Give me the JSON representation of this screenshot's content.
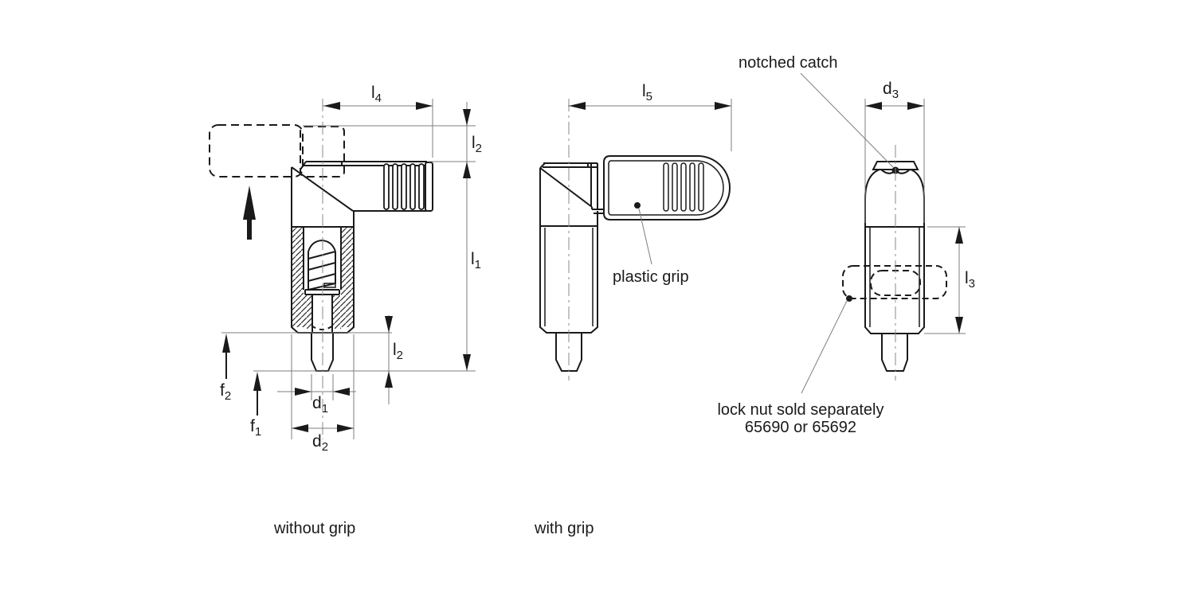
{
  "dim_labels": {
    "l4": {
      "base": "l",
      "sub": "4"
    },
    "l5": {
      "base": "l",
      "sub": "5"
    },
    "d3": {
      "base": "d",
      "sub": "3"
    },
    "l2": {
      "base": "l",
      "sub": "2"
    },
    "l1": {
      "base": "l",
      "sub": "1"
    },
    "l3": {
      "base": "l",
      "sub": "3"
    },
    "f2": {
      "base": "f",
      "sub": "2"
    },
    "f1": {
      "base": "f",
      "sub": "1"
    },
    "d1": {
      "base": "d",
      "sub": "1"
    },
    "d2": {
      "base": "d",
      "sub": "2"
    }
  },
  "annotations": {
    "notched_catch": "notched catch",
    "plastic_grip": "plastic grip",
    "lock_nut_line1": "lock nut sold separately",
    "lock_nut_line2": "65690 or 65692"
  },
  "captions": {
    "without_grip": "without grip",
    "with_grip": "with grip"
  },
  "colors": {
    "object_line": "#1a1a1a",
    "thin_line": "#7d7d7d",
    "background": "#ffffff"
  }
}
